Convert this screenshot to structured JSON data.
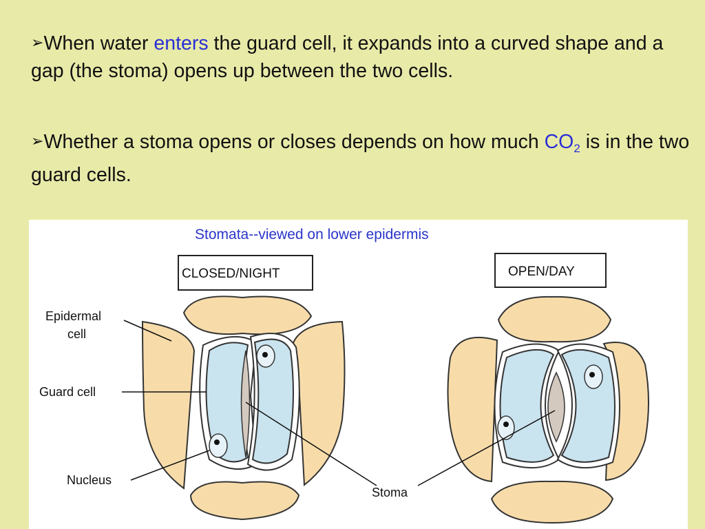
{
  "bullets": {
    "b1": {
      "symbol": "➢",
      "pre": "When water ",
      "highlight": "enters",
      "post": " the guard cell, it expands into a curved shape and a gap (the stoma) opens up between the two cells."
    },
    "b2": {
      "symbol": "➢",
      "pre": "Whether a stoma opens or closes depends on how much ",
      "highlight": "CO",
      "highlight_sub": "2",
      "post": " is in the two guard cells."
    }
  },
  "figure": {
    "title": "Stomata--viewed on lower epidermis",
    "closed_label": "CLOSED/NIGHT",
    "open_label": "OPEN/DAY",
    "labels": {
      "epidermal_line1": "Epidermal",
      "epidermal_line2": "cell",
      "guard_cell": "Guard cell",
      "nucleus": "Nucleus",
      "stoma": "Stoma"
    }
  },
  "colors": {
    "background": "#e8eaa8",
    "highlight": "#2a2ed6",
    "epidermal_fill": "#f7dcaa",
    "guard_fill": "#c9e3ef",
    "stoma_fill": "#d4c9bf"
  }
}
